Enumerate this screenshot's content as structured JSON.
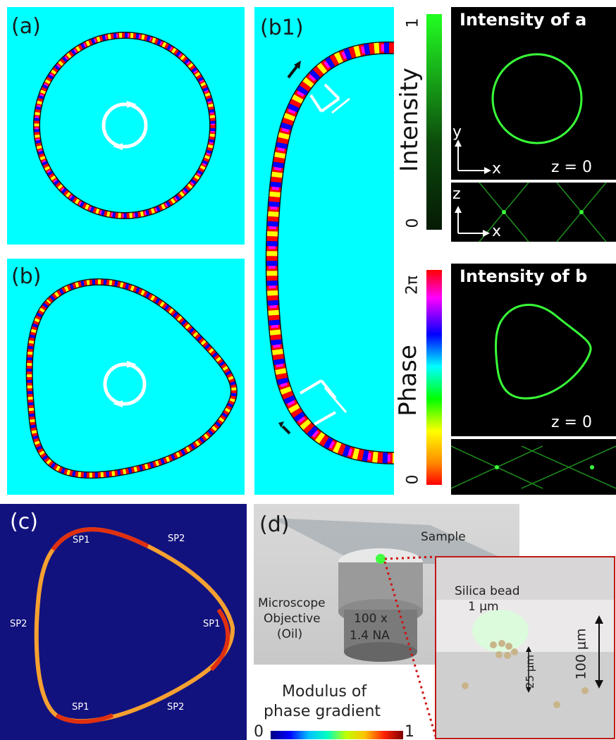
{
  "labels": {
    "a": "(a)",
    "b": "(b)",
    "b1": "(b1)",
    "c": "(c)",
    "d": "(d)"
  },
  "colorbar_intensity": {
    "label": "Intensity",
    "max": "1",
    "min": "0"
  },
  "colorbar_phase": {
    "label": "Phase",
    "max": "2π",
    "min": "0"
  },
  "intensity_a": {
    "title": "Intensity of a",
    "axis_y": "y",
    "axis_x": "x",
    "z_label": "z = 0",
    "axis_z": "z",
    "axis_x2": "x"
  },
  "intensity_b": {
    "title": "Intensity of b",
    "z_label": "z = 0"
  },
  "panel_c": {
    "points": [
      "SP1",
      "SP2",
      "SP2",
      "SP1",
      "SP1",
      "SP2"
    ]
  },
  "panel_d": {
    "sample": "Sample",
    "objective": [
      "Microscope",
      "Objective",
      "(Oil)"
    ],
    "magnification": [
      "100 x",
      "1.4 NA"
    ],
    "bead": [
      "Silica bead",
      "1 μm"
    ],
    "dist_100": "100 μm",
    "dist_25": "25 μm",
    "gradient_title": [
      "Modulus of",
      "phase gradient"
    ],
    "gradient_min": "0",
    "gradient_max": "1"
  },
  "colors": {
    "cyan_bg": "#00ffff",
    "green": "#39ff39",
    "navy": "#12127e"
  }
}
